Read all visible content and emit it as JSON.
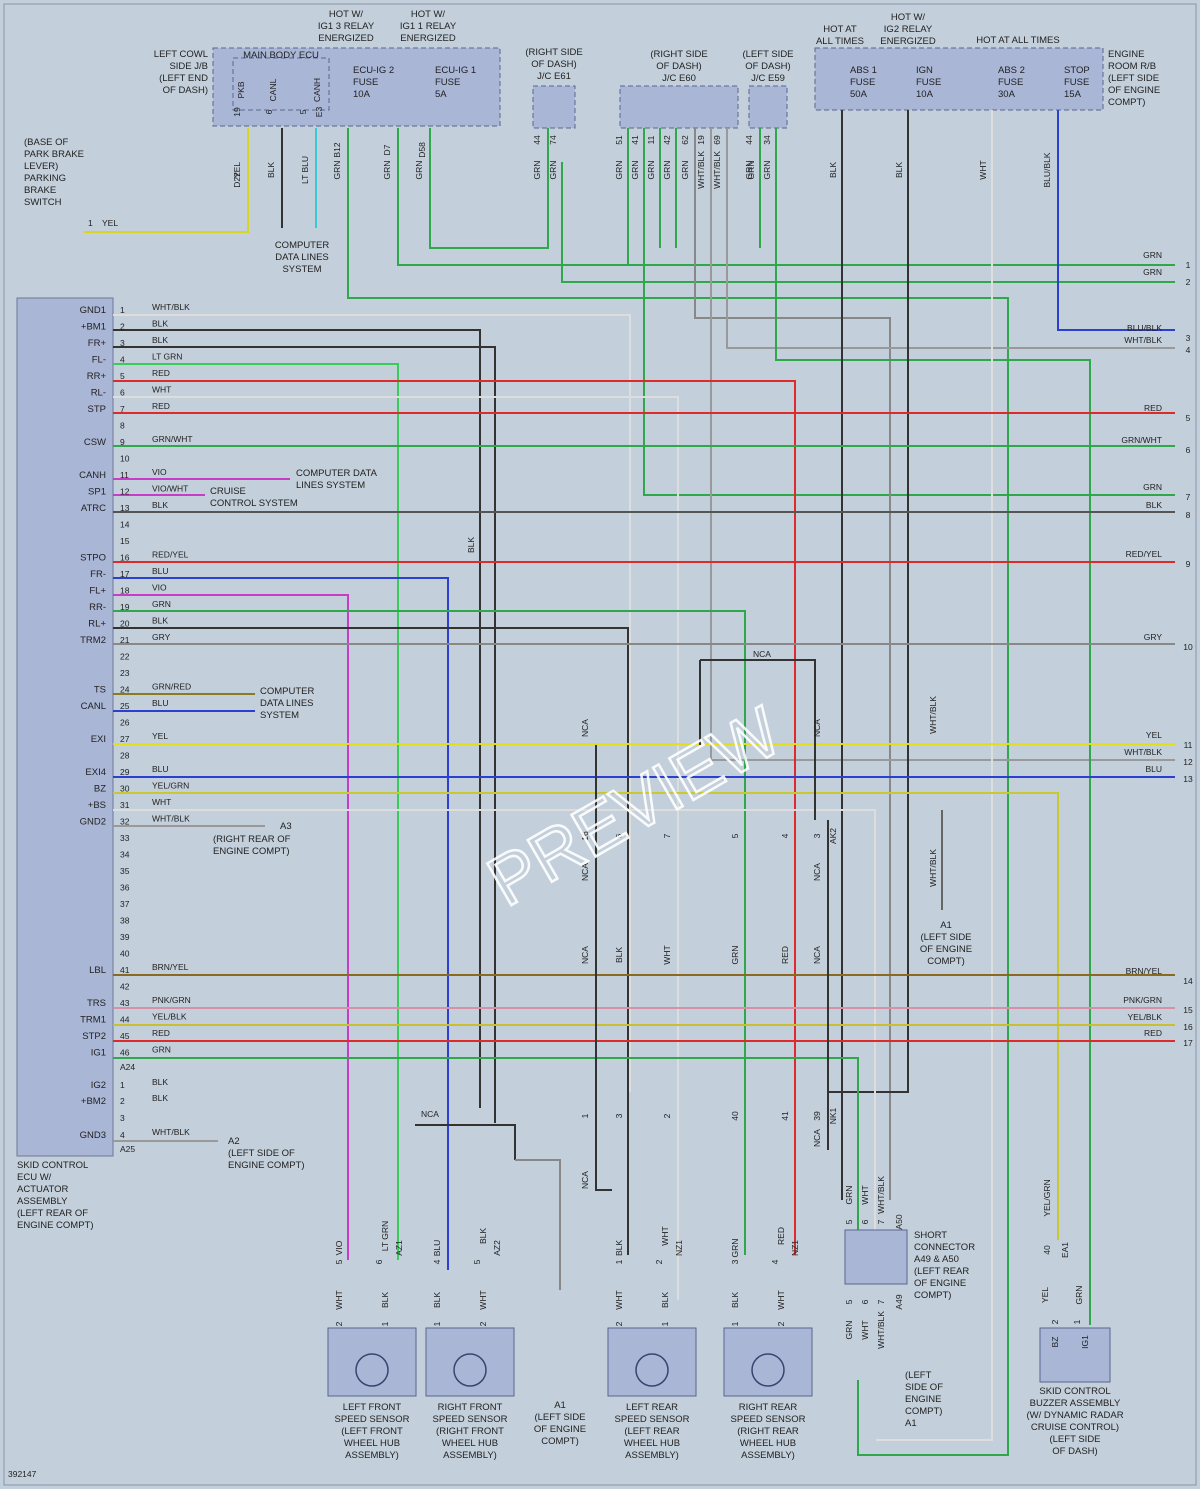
{
  "watermark": "PREVIEW",
  "diagram_id": "392147",
  "colors": {
    "GRN": "#2ea84a",
    "BLK": "#3d3d3d",
    "WHT": "#eeeeee",
    "RED": "#dd2a2a",
    "YEL": "#e2de1e",
    "BLU": "#2b3fd0",
    "VIO": "#c83cc8",
    "LTGRN": "#38cc58",
    "GRY": "#8a8a8a",
    "BRN": "#8a5a20",
    "PNK": "#e08ab0",
    "LTBLU": "#39c9d4"
  },
  "top_labels": [
    "HOT W/",
    "IG1 3 RELAY",
    "ENERGIZED",
    "HOT W/",
    "IG1 1 RELAY",
    "ENERGIZED",
    "LEFT COWL",
    "SIDE J/B",
    "(LEFT END",
    "OF DASH)",
    "MAIN BODY ECU",
    "ECU-IG 2",
    "FUSE",
    "10A",
    "ECU-IG 1",
    "FUSE",
    "5A",
    "(RIGHT SIDE",
    "OF DASH)",
    "J/C E61",
    "(RIGHT SIDE",
    "OF DASH)",
    "J/C E60",
    "(LEFT SIDE",
    "OF DASH)",
    "J/C E59",
    "HOT AT",
    "ALL TIMES",
    "HOT W/",
    "IG2 RELAY",
    "ENERGIZED",
    "HOT AT ALL TIMES",
    "ABS 1",
    "FUSE",
    "50A",
    "IGN",
    "FUSE",
    "10A",
    "ABS 2",
    "FUSE",
    "30A",
    "STOP",
    "FUSE",
    "15A",
    "ENGINE",
    "ROOM R/B",
    "(LEFT SIDE",
    "OF ENGINE",
    "COMPT)"
  ],
  "jb_pins": [
    "PKB",
    "CANL",
    "CANH",
    "19",
    "6",
    "5",
    "E3",
    "B12",
    "D7",
    "D58",
    "D22"
  ],
  "top_wire_colors": [
    "YEL",
    "BLK",
    "LT BLU",
    "GRN",
    "GRN",
    "GRN",
    "GRN",
    "GRN",
    "GRN",
    "GRN",
    "GRN",
    "GRN",
    "GRN",
    "GRN",
    "WHT/BLK",
    "WHT/BLK",
    "GRN",
    "GRN",
    "BLK",
    "BLK",
    "WHT",
    "BLU/BLK"
  ],
  "jc_pins": [
    "44",
    "74",
    "51",
    "41",
    "11",
    "42",
    "62",
    "19",
    "69",
    "44",
    "34"
  ],
  "park_brake": [
    "(BASE OF",
    "PARK BRAKE",
    "LEVER)",
    "PARKING",
    "BRAKE",
    "SWITCH"
  ],
  "park_brake_pin": "1",
  "park_brake_wire": "YEL",
  "computer_data_lines_top": [
    "COMPUTER",
    "DATA LINES",
    "SYSTEM"
  ],
  "ecu_pins": [
    {
      "name": "GND1",
      "num": "1",
      "wire": "WHT/BLK"
    },
    {
      "name": "+BM1",
      "num": "2",
      "wire": "BLK"
    },
    {
      "name": "FR+",
      "num": "3",
      "wire": "BLK"
    },
    {
      "name": "FL-",
      "num": "4",
      "wire": "LT GRN"
    },
    {
      "name": "RR+",
      "num": "5",
      "wire": "RED"
    },
    {
      "name": "RL-",
      "num": "6",
      "wire": "WHT"
    },
    {
      "name": "STP",
      "num": "7",
      "wire": "RED"
    },
    {
      "name": "",
      "num": "8",
      "wire": ""
    },
    {
      "name": "CSW",
      "num": "9",
      "wire": "GRN/WHT"
    },
    {
      "name": "",
      "num": "10",
      "wire": ""
    },
    {
      "name": "CANH",
      "num": "11",
      "wire": "VIO"
    },
    {
      "name": "SP1",
      "num": "12",
      "wire": "VIO/WHT"
    },
    {
      "name": "ATRC",
      "num": "13",
      "wire": "BLK"
    },
    {
      "name": "",
      "num": "14",
      "wire": ""
    },
    {
      "name": "",
      "num": "15",
      "wire": ""
    },
    {
      "name": "STPO",
      "num": "16",
      "wire": "RED/YEL"
    },
    {
      "name": "FR-",
      "num": "17",
      "wire": "BLU"
    },
    {
      "name": "FL+",
      "num": "18",
      "wire": "VIO"
    },
    {
      "name": "RR-",
      "num": "19",
      "wire": "GRN"
    },
    {
      "name": "RL+",
      "num": "20",
      "wire": "BLK"
    },
    {
      "name": "TRM2",
      "num": "21",
      "wire": "GRY"
    },
    {
      "name": "",
      "num": "22",
      "wire": ""
    },
    {
      "name": "",
      "num": "23",
      "wire": ""
    },
    {
      "name": "TS",
      "num": "24",
      "wire": "GRN/RED"
    },
    {
      "name": "CANL",
      "num": "25",
      "wire": "BLU"
    },
    {
      "name": "",
      "num": "26",
      "wire": ""
    },
    {
      "name": "EXI",
      "num": "27",
      "wire": "YEL"
    },
    {
      "name": "",
      "num": "28",
      "wire": ""
    },
    {
      "name": "EXI4",
      "num": "29",
      "wire": "BLU"
    },
    {
      "name": "BZ",
      "num": "30",
      "wire": "YEL/GRN"
    },
    {
      "name": "+BS",
      "num": "31",
      "wire": "WHT"
    },
    {
      "name": "GND2",
      "num": "32",
      "wire": "WHT/BLK"
    },
    {
      "name": "",
      "num": "33",
      "wire": ""
    },
    {
      "name": "",
      "num": "34",
      "wire": ""
    },
    {
      "name": "",
      "num": "35",
      "wire": ""
    },
    {
      "name": "",
      "num": "36",
      "wire": ""
    },
    {
      "name": "",
      "num": "37",
      "wire": ""
    },
    {
      "name": "",
      "num": "38",
      "wire": ""
    },
    {
      "name": "",
      "num": "39",
      "wire": ""
    },
    {
      "name": "",
      "num": "40",
      "wire": ""
    },
    {
      "name": "LBL",
      "num": "41",
      "wire": "BRN/YEL"
    },
    {
      "name": "",
      "num": "42",
      "wire": ""
    },
    {
      "name": "TRS",
      "num": "43",
      "wire": "PNK/GRN"
    },
    {
      "name": "TRM1",
      "num": "44",
      "wire": "YEL/BLK"
    },
    {
      "name": "STP2",
      "num": "45",
      "wire": "RED"
    },
    {
      "name": "IG1",
      "num": "46",
      "wire": "GRN"
    }
  ],
  "ecu_connector_a24": "A24",
  "ecu_pins_2": [
    {
      "name": "IG2",
      "num": "1",
      "wire": "BLK"
    },
    {
      "name": "+BM2",
      "num": "2",
      "wire": "BLK"
    },
    {
      "name": "",
      "num": "3",
      "wire": ""
    },
    {
      "name": "GND3",
      "num": "4",
      "wire": "WHT/BLK"
    }
  ],
  "ecu_connector_a25": "A25",
  "ecu_label": [
    "SKID CONTROL",
    "ECU W/",
    "ACTUATOR",
    "ASSEMBLY",
    "(LEFT REAR OF",
    "ENGINE COMPT)"
  ],
  "mid_labels": {
    "computer_data_lines_1": [
      "COMPUTER DATA",
      "LINES SYSTEM"
    ],
    "cruise": [
      "CRUISE",
      "CONTROL SYSTEM"
    ],
    "computer_data_lines_2": [
      "COMPUTER",
      "DATA LINES",
      "SYSTEM"
    ],
    "ground_a3": [
      "A3",
      "(RIGHT REAR OF",
      "ENGINE COMPT)"
    ],
    "ground_a2": [
      "A2",
      "(LEFT SIDE OF",
      "ENGINE COMPT)"
    ]
  },
  "right_edge": [
    {
      "wire": "GRN",
      "num": "1"
    },
    {
      "wire": "GRN",
      "num": "2"
    },
    {
      "wire": "BLU/BLK",
      "num": "3"
    },
    {
      "wire": "WHT/BLK",
      "num": "4"
    },
    {
      "wire": "RED",
      "num": "5"
    },
    {
      "wire": "GRN/WHT",
      "num": "6"
    },
    {
      "wire": "GRN",
      "num": "7"
    },
    {
      "wire": "BLK",
      "num": "8"
    },
    {
      "wire": "RED/YEL",
      "num": "9"
    },
    {
      "wire": "GRY",
      "num": "10"
    },
    {
      "wire": "YEL",
      "num": "11"
    },
    {
      "wire": "WHT/BLK",
      "num": "12"
    },
    {
      "wire": "BLU",
      "num": "13"
    },
    {
      "wire": "BRN/YEL",
      "num": "14"
    },
    {
      "wire": "PNK/GRN",
      "num": "15"
    },
    {
      "wire": "YEL/BLK",
      "num": "16"
    },
    {
      "wire": "RED",
      "num": "17"
    }
  ],
  "center_labels": [
    "NCA",
    "NCA",
    "NCA",
    "NCA",
    "NCA",
    "NCA",
    "NCA",
    "NCA",
    "NCA",
    "NCA"
  ],
  "center_pins_upper": [
    "16",
    "6",
    "7",
    "5",
    "4",
    "3",
    "AK2"
  ],
  "center_pins_lower": [
    "1",
    "3",
    "2",
    "40",
    "41",
    "39",
    "NK1"
  ],
  "center_wires": [
    "BLK",
    "WHT",
    "GRN",
    "RED",
    "BLK",
    "WHT/BLK",
    "WHT/BLK"
  ],
  "ground_a1_right": [
    "A1",
    "(LEFT SIDE",
    "OF ENGINE",
    "COMPT)"
  ],
  "ground_a1_center": [
    "A1",
    "(LEFT SIDE",
    "OF ENGINE",
    "COMPT)"
  ],
  "ground_a1_bottom": [
    "(LEFT",
    "SIDE OF",
    "ENGINE",
    "COMPT)",
    "A1"
  ],
  "short_connector": [
    "SHORT",
    "CONNECTOR",
    "A49 & A50",
    "(LEFT REAR",
    "OF ENGINE",
    "COMPT)"
  ],
  "short_pins": [
    "5",
    "6",
    "7",
    "A50",
    "5",
    "6",
    "7",
    "A49"
  ],
  "short_wires": [
    "GRN",
    "WHT",
    "WHT/BLK",
    "GRN",
    "WHT",
    "WHT/BLK"
  ],
  "sensors": [
    {
      "label": [
        "LEFT FRONT",
        "SPEED SENSOR",
        "(LEFT FRONT",
        "WHEEL HUB",
        "ASSEMBLY)"
      ],
      "wires": [
        "VIO",
        "LT GRN",
        "WHT",
        "BLK"
      ],
      "pins": [
        "5",
        "6",
        "AZ1",
        "2",
        "1"
      ]
    },
    {
      "label": [
        "RIGHT FRONT",
        "SPEED SENSOR",
        "(RIGHT FRONT",
        "WHEEL HUB",
        "ASSEMBLY)"
      ],
      "wires": [
        "BLU",
        "BLK",
        "BLK",
        "WHT"
      ],
      "pins": [
        "4",
        "5",
        "AZ2",
        "1",
        "2"
      ]
    },
    {
      "label": [
        "LEFT REAR",
        "SPEED SENSOR",
        "(LEFT REAR",
        "WHEEL HUB",
        "ASSEMBLY)"
      ],
      "wires": [
        "BLK",
        "WHT",
        "WHT",
        "BLK"
      ],
      "pins": [
        "1",
        "2",
        "NZ1",
        "2",
        "1"
      ]
    },
    {
      "label": [
        "RIGHT REAR",
        "SPEED SENSOR",
        "(RIGHT REAR",
        "WHEEL HUB",
        "ASSEMBLY)"
      ],
      "wires": [
        "GRN",
        "RED",
        "BLK",
        "WHT"
      ],
      "pins": [
        "3",
        "4",
        "NZ1",
        "1",
        "2"
      ]
    }
  ],
  "buzzer": {
    "label": [
      "SKID CONTROL",
      "BUZZER ASSEMBLY",
      "(W/ DYNAMIC RADAR",
      "CRUISE CONTROL)",
      "(LEFT SIDE",
      "OF DASH)"
    ],
    "pins": [
      "BZ",
      "IG1",
      "2",
      "1"
    ],
    "wires": [
      "YEL/GRN",
      "YEL",
      "GRN"
    ],
    "conn": [
      "40",
      "EA1"
    ]
  }
}
